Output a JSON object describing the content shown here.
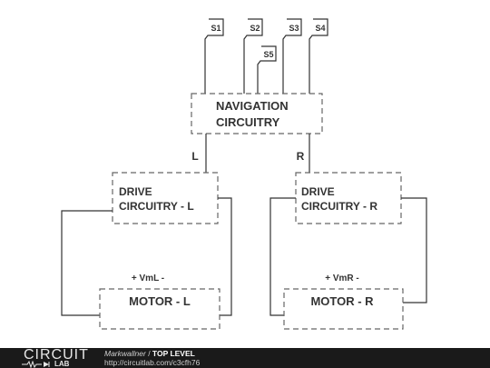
{
  "diagram": {
    "sensors": [
      "S1",
      "S2",
      "S3",
      "S4",
      "S5"
    ],
    "navigation_line1": "NAVIGATION",
    "navigation_line2": "CIRCUITRY",
    "left_label": "L",
    "right_label": "R",
    "drive_left_line1": "DRIVE",
    "drive_left_line2": "CIRCUITRY - L",
    "drive_right_line1": "DRIVE",
    "drive_right_line2": "CIRCUITRY - R",
    "voltage_left": "+ VmL -",
    "voltage_right": "+ VmR -",
    "motor_left": "MOTOR - L",
    "motor_right": "MOTOR - R"
  },
  "footer": {
    "logo_top": "CIRCUIT",
    "logo_bottom": "LAB",
    "author": "Markwallner",
    "separator": " / ",
    "title": "TOP LEVEL",
    "url": "http://circuitlab.com/c3cfh76"
  },
  "colors": {
    "line": "#333333",
    "dashed_box": "#666666",
    "footer_bg": "#1a1a1a"
  }
}
